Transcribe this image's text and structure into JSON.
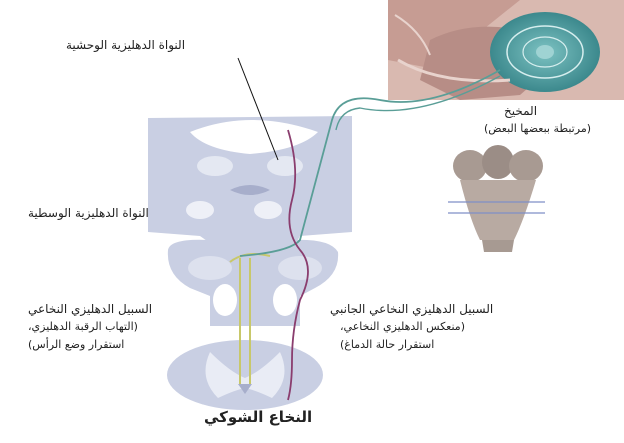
{
  "labels": {
    "lateral_nucleus": "النواة الدهليزية الوحشية",
    "medial_nucleus": "النواة الدهليزية الوسطية",
    "cerebellum_title": "المخيخ",
    "cerebellum_note": "(مرتبطة ببعضها البعض)",
    "medial_tract_title": "السبيل الدهليزي النخاعي",
    "medial_tract_note1": "(التهاب الرقبة الدهليزي،",
    "medial_tract_note2": "استقرار وضع الرأس)",
    "lateral_tract_title": "السبيل الدهليزي النخاعي الجانبي",
    "lateral_tract_note1": "(منعكس الدهليزي النخاعي،",
    "lateral_tract_note2": "استقرار حالة الدماغ)",
    "spinal_cord": "النخاع الشوكي"
  },
  "colors": {
    "tissue": "#c9cfe3",
    "tissue_dark": "#a7aecb",
    "medial_tract": "#5a9e97",
    "lateral_tract": "#8a3d6e",
    "yellow_tract": "#c8c86a",
    "cerebellum_teal": "#4f9c9e"
  }
}
